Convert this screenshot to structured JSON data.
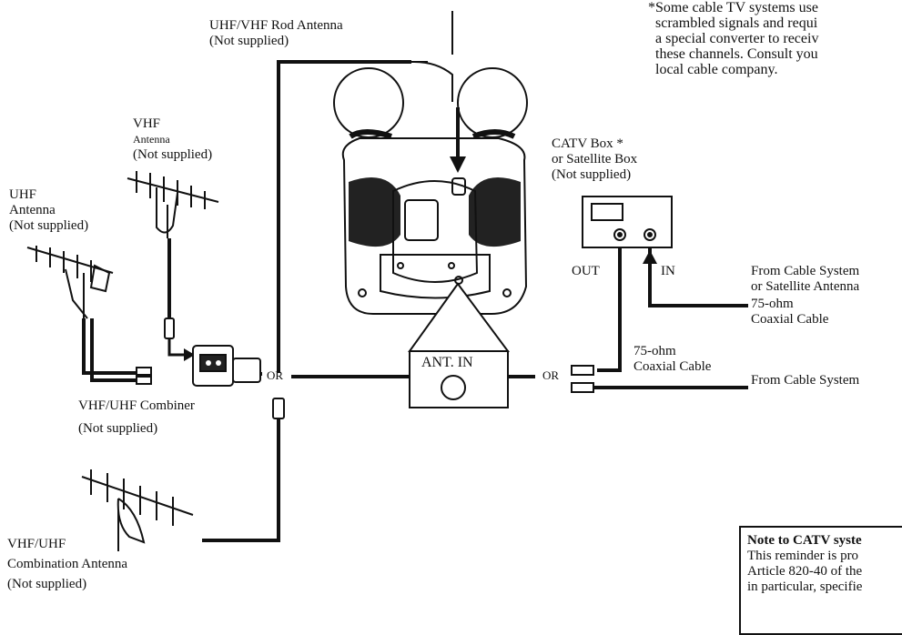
{
  "labels": {
    "rod_antenna": [
      "UHF/VHF Rod Antenna",
      "(Not supplied)"
    ],
    "vhf_antenna": [
      "VHF",
      "Antenna",
      "(Not supplied)"
    ],
    "uhf_antenna": [
      "UHF",
      "Antenna",
      "(Not supplied)"
    ],
    "catv_box": [
      "CATV Box *",
      "or Satellite Box",
      "(Not supplied)"
    ],
    "out": "OUT",
    "in": "IN",
    "from_cable_or_sat": [
      "From Cable System",
      "or Satellite Antenna"
    ],
    "coax_cable_right": [
      "75-ohm",
      "Coaxial Cable"
    ],
    "coax_cable_mid": [
      "75-ohm",
      "Coaxial Cable"
    ],
    "from_cable_system": "From Cable System",
    "combiner": [
      "VHF/UHF Combiner",
      "(Not supplied)"
    ],
    "combination_antenna": [
      "VHF/UHF",
      "Combination Antenna",
      "(Not supplied)"
    ],
    "or_left": "OR",
    "or_right": "OR",
    "ant_in": "ANT. IN"
  },
  "footnote": "*Some cable TV systems use\n  scrambled signals and requi\n  a special converter to receiv\n  these channels. Consult you\n  local cable company.",
  "note_box": {
    "title": "Note to CATV syste",
    "lines": [
      "This reminder is pro",
      "Article 820-40 of the",
      "in particular, specifie"
    ]
  }
}
